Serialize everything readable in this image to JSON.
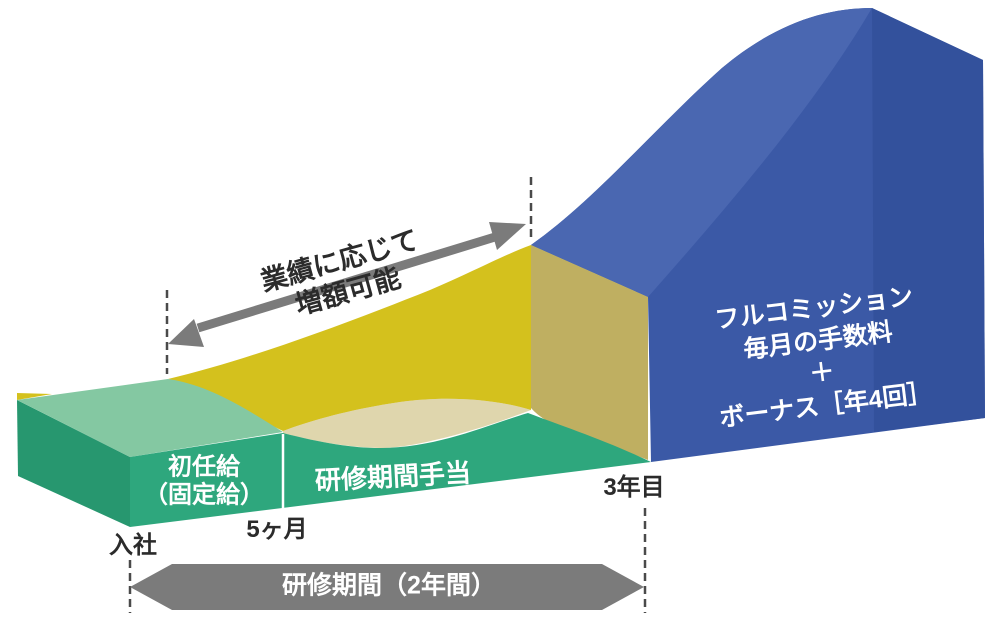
{
  "diagram_title": "salary-progression-diagram",
  "colors": {
    "green_front": "#2EA77D",
    "green_top": "#84C8A2",
    "green_side": "#27976F",
    "yellow_front": "#D4C11D",
    "yellow_side": "#B19D3E",
    "yellow_wash": "#B8A549",
    "blue_front": "#3B59A6",
    "blue_top": "#4A67B1",
    "blue_side": "#33509A",
    "gray_arrow": "#7B7B7B",
    "dash_line": "#4A4A4A",
    "divider_white": "#FFFFFF",
    "text_dark": "#2B2B2B",
    "text_white": "#FFFFFF"
  },
  "areas": {
    "starting_salary": {
      "line1": "初任給",
      "line2": "（固定給）"
    },
    "training_allowance": {
      "label": "研修期間手当"
    },
    "full_commission": {
      "line1": "フルコミッション",
      "line2": "毎月の手数料",
      "line3": "＋",
      "line4": "ボーナス［年4回］"
    }
  },
  "milestones": {
    "joining": "入社",
    "five_months": "5ヶ月",
    "third_year": "3年目"
  },
  "annotations": {
    "performance_note": {
      "line1": "業績に応じて",
      "line2": "増額可能"
    },
    "training_period_band": {
      "label": "研修期間（2年間）"
    }
  }
}
